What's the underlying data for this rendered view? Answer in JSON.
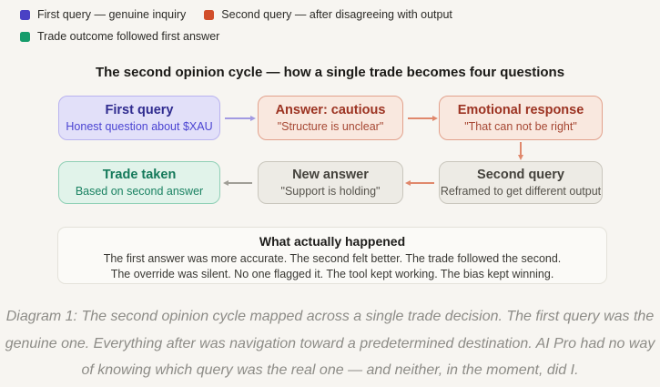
{
  "legend": {
    "items": [
      {
        "label": "First query — genuine inquiry",
        "color": "#4a41c4"
      },
      {
        "label": "Second query — after disagreeing with output",
        "color": "#d14e2a"
      },
      {
        "label": "Trade outcome followed first answer",
        "color": "#169c6b"
      }
    ]
  },
  "diagram": {
    "title": "The second opinion cycle — how a single trade becomes four questions",
    "boxes": {
      "first_query": {
        "title": "First query",
        "subtitle": "Honest question about $XAU",
        "accent": "#4b44d2"
      },
      "answer_cautious": {
        "title": "Answer: cautious",
        "subtitle": "\"Structure is unclear\"",
        "accent": "#9c3322"
      },
      "emotional_response": {
        "title": "Emotional response",
        "subtitle": "\"That can not be right\"",
        "accent": "#9c3322"
      },
      "second_query": {
        "title": "Second query",
        "subtitle": "Reframed to get different output",
        "accent": "#57544d"
      },
      "new_answer": {
        "title": "New answer",
        "subtitle": "\"Support is holding\"",
        "accent": "#57544d"
      },
      "trade_taken": {
        "title": "Trade taken",
        "subtitle": "Based on second answer",
        "accent": "#14795a"
      }
    },
    "arrows": [
      {
        "from": "first_query",
        "to": "answer_cautious",
        "color": "#a29ae2"
      },
      {
        "from": "answer_cautious",
        "to": "emotional_response",
        "color": "#e0886c"
      },
      {
        "from": "emotional_response",
        "to": "second_query",
        "color": "#e0886c"
      },
      {
        "from": "second_query",
        "to": "new_answer",
        "color": "#e0886c"
      },
      {
        "from": "new_answer",
        "to": "trade_taken",
        "color": "#a09e97"
      }
    ]
  },
  "summary": {
    "title": "What actually happened",
    "line1": "The first answer was more accurate. The second felt better. The trade followed the second.",
    "line2": "The override was silent. No one flagged it. The tool kept working. The bias kept winning."
  },
  "caption": "Diagram 1: The second opinion cycle mapped across a single trade decision. The first query was the genuine one. Everything after was navigation toward a predetermined destination. AI Pro had no way of knowing which query was the real one — and neither, in the moment, did I."
}
